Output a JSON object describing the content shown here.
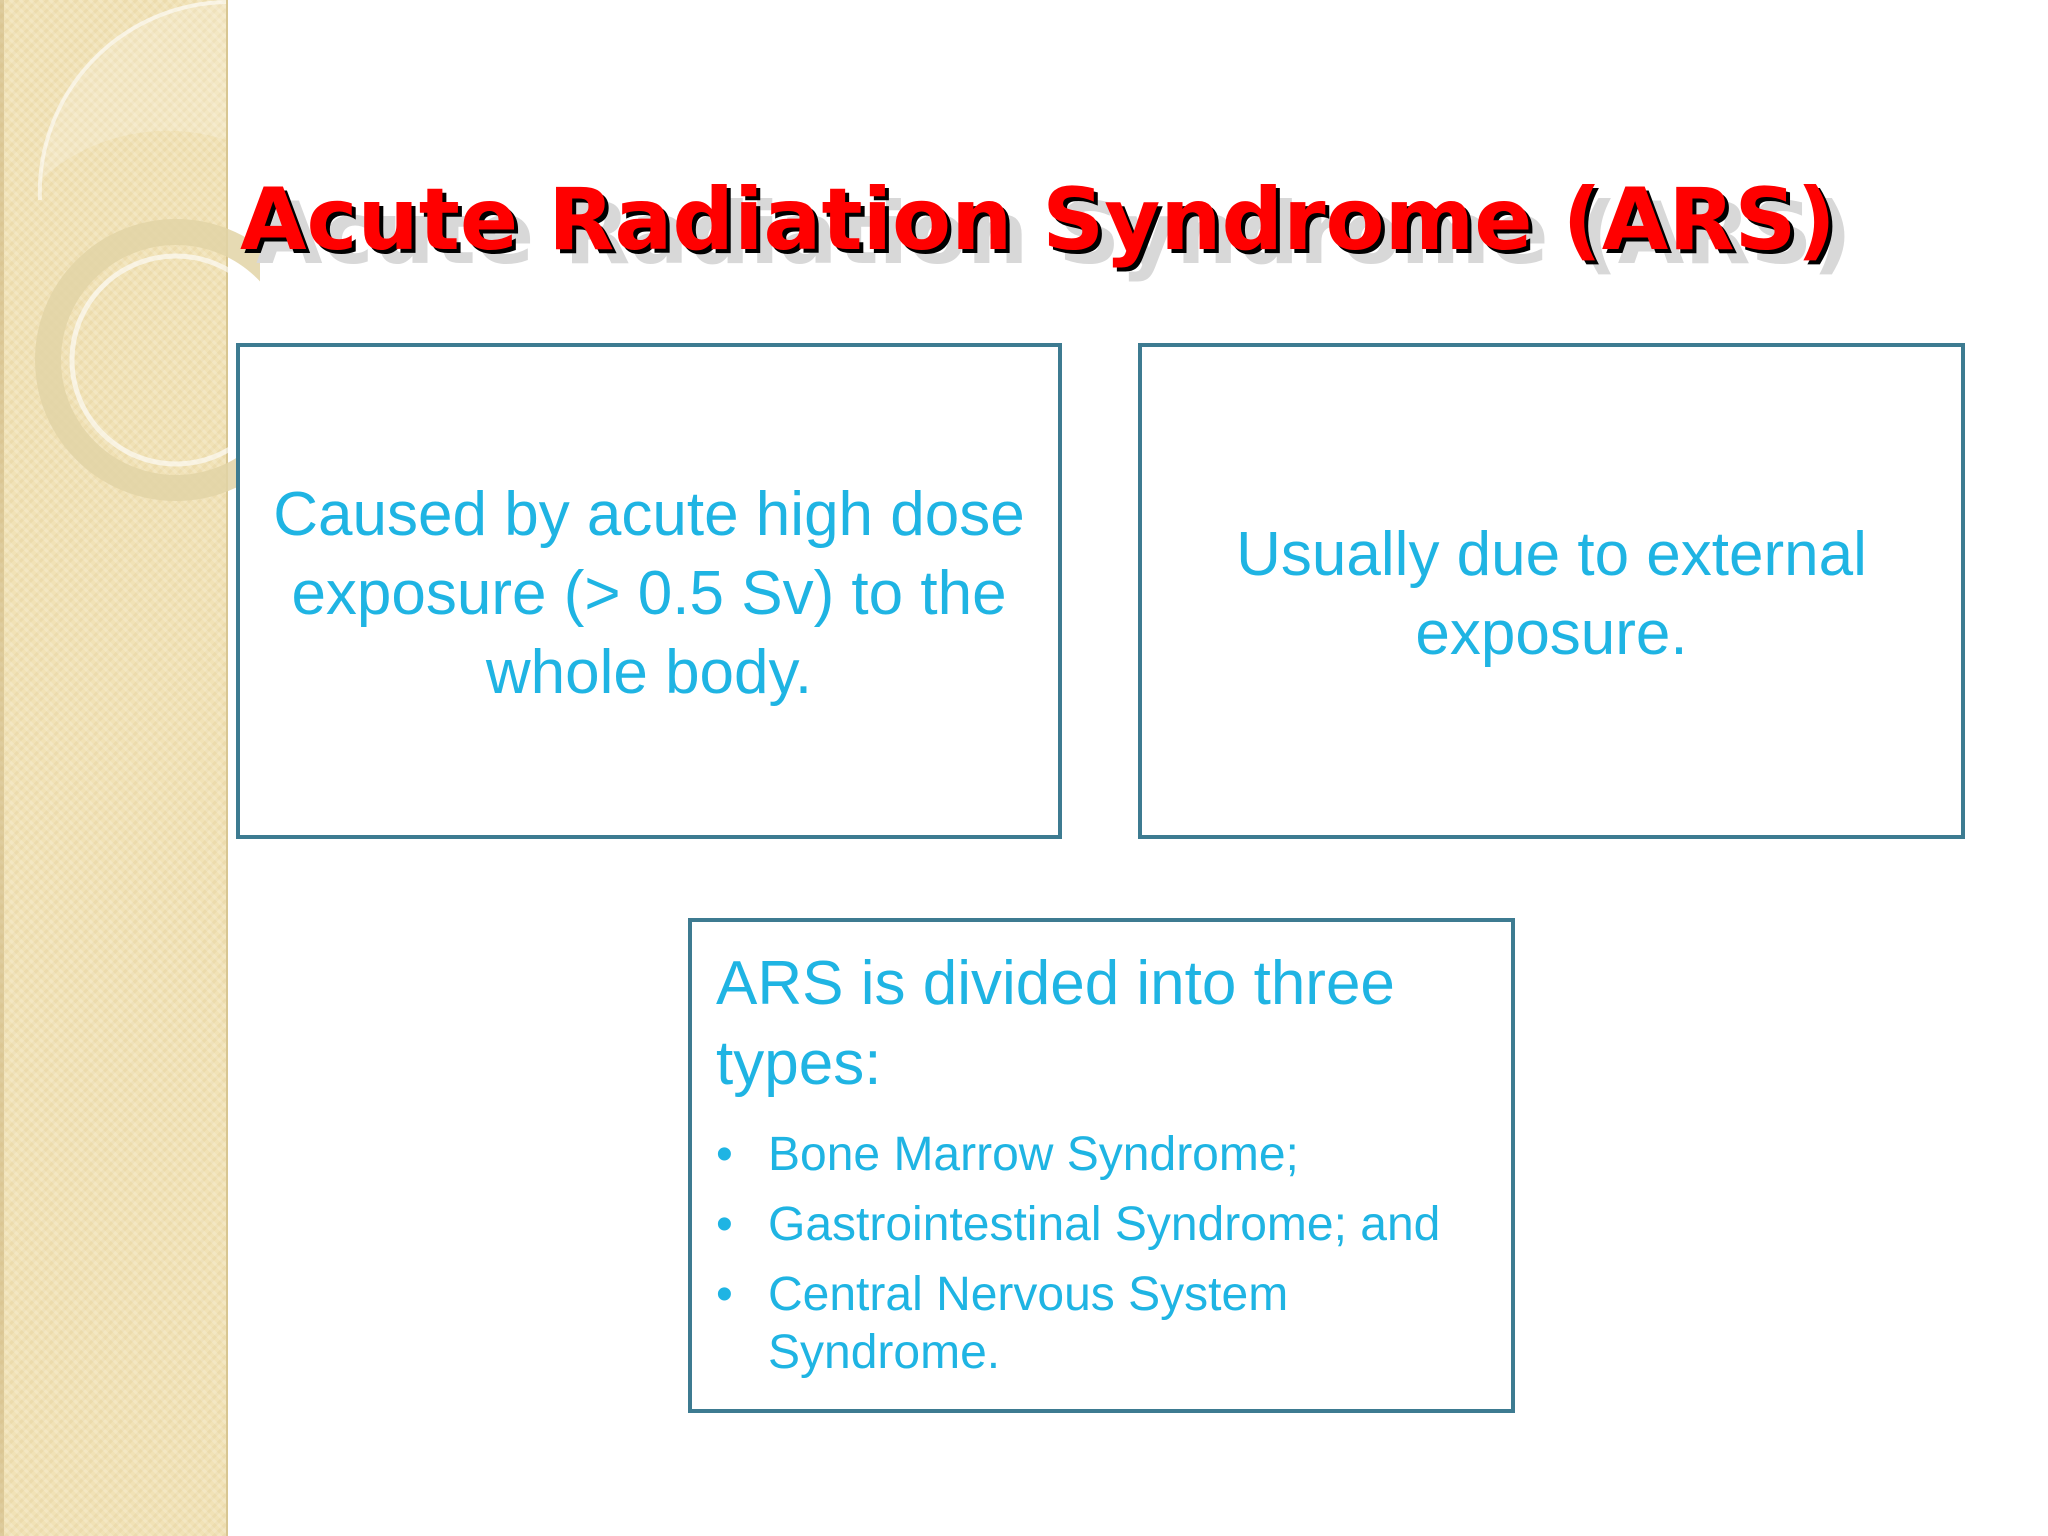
{
  "slide": {
    "title": "Acute Radiation Syndrome (ARS)",
    "boxes": {
      "cause": {
        "text": "Caused by acute high dose exposure (> 0.5 Sv) to the whole body."
      },
      "external": {
        "text": "Usually due to external exposure."
      },
      "types": {
        "heading": "ARS is divided into three types:",
        "bullet": "•",
        "items": [
          "Bone Marrow Syndrome;",
          "Gastrointestinal Syndrome; and",
          "Central Nervous System Syndrome."
        ]
      }
    }
  },
  "colors": {
    "title": "#ff0000",
    "title_shadow": "#000000",
    "body_text": "#1fb4e3",
    "box_border": "#3d7b91",
    "side_strip": "#f1e2b6"
  }
}
